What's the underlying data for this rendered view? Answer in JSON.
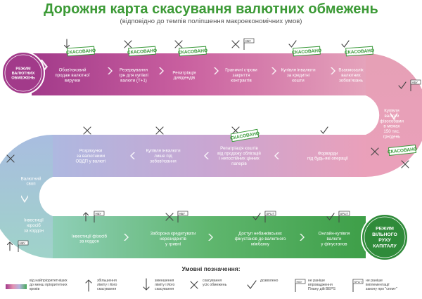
{
  "title": "Дорожня карта скасування валютних обмежень",
  "subtitle": "(відповідно до темпів поліпшення макроекономічних умов)",
  "start_label": [
    "РЕЖИМ",
    "ВАЛЮТНИХ",
    "ОБМЕЖЕНЬ"
  ],
  "end_label": [
    "РЕЖИМ",
    "ВІЛЬНОГО",
    "РУХУ",
    "КАПІТАЛУ"
  ],
  "stamp_text": "СКАСОВАНО",
  "nbu_tag": "НБУ",
  "split_tag": "SPLIT",
  "row1": [
    {
      "lines": [
        "Обов'язковий",
        "продаж валютної",
        "виручки"
      ],
      "mark": "down",
      "stamp": true
    },
    {
      "lines": [
        "Резервування",
        "грн для купівлі",
        "валюти (T+1)"
      ],
      "mark": "cross",
      "stamp": true
    },
    {
      "lines": [
        "Репатріація",
        "дивідендів"
      ],
      "mark": "cross",
      "stamp": true
    },
    {
      "lines": [
        "Граничні строки",
        "закриття",
        "контрактів"
      ],
      "mark": "cross-nbu",
      "stamp": false
    },
    {
      "lines": [
        "Купівля інвалюти",
        "за кредитні",
        "кошти"
      ],
      "mark": "check",
      "stamp": true
    },
    {
      "lines": [
        "Взаємозалік",
        "валютних",
        "зобов'язань"
      ],
      "mark": "check",
      "stamp": true
    }
  ],
  "right_curve": {
    "lines": [
      "Купівля",
      "валюти",
      "фізособами",
      "в межах",
      "150 тис.",
      "грн/день"
    ],
    "mark": "check-nbu",
    "stamp": true
  },
  "row2": [
    {
      "lines": [
        "Форварди",
        "під будь-які операції"
      ],
      "mark": "check",
      "stamp": false
    },
    {
      "lines": [
        "Репатріація коштів",
        "від продажу облігацій",
        "і непостійних цінних",
        "паперів"
      ],
      "mark": "cross",
      "stamp": true
    },
    {
      "lines": [
        "Купівля інвалюти",
        "лише під",
        "зобов'язання"
      ],
      "mark": "cross",
      "stamp": false
    },
    {
      "lines": [
        "Розрахунки",
        "за валютними",
        "ОВДП у валюті"
      ],
      "mark": "cross",
      "stamp": false
    }
  ],
  "left_curve": [
    {
      "lines": [
        "Валютний",
        "своп"
      ],
      "mark": "cross"
    },
    {
      "lines": [
        "Інвестиції",
        "юросіб",
        "за кордон"
      ],
      "mark": "up-nbu"
    }
  ],
  "row3": [
    {
      "lines": [
        "Інвестиції фізосіб",
        "за кордон"
      ],
      "mark": "up-nbu"
    },
    {
      "lines": [
        "Заборона кредитувати",
        "нерезидентів",
        "у гривні"
      ],
      "mark": "cross-nbu"
    },
    {
      "lines": [
        "Доступ небанківських",
        "фінустанов до валютного",
        "міжбанку"
      ],
      "mark": "check-split"
    },
    {
      "lines": [
        "Онлайн-купівля",
        "валюти",
        "у фінустанов"
      ],
      "mark": "check-split"
    }
  ],
  "legend_title": "Умовні позначення:",
  "legend": [
    {
      "icon": "gradient",
      "text": [
        "від найпріоритетніших",
        "до менш пріоритетних",
        "кроків"
      ]
    },
    {
      "icon": "arrow-up",
      "text": [
        "збільшення",
        "ліміту і його",
        "скасування"
      ]
    },
    {
      "icon": "arrow-down",
      "text": [
        "зменшення",
        "ліміту і його",
        "скасування"
      ]
    },
    {
      "icon": "cross",
      "text": [
        "скасування",
        "усіх обмежень"
      ]
    },
    {
      "icon": "check",
      "text": [
        "дозволено"
      ]
    },
    {
      "icon": "nbu",
      "text": [
        "не раніше",
        "впровадження",
        "Плану дій ВЕРS"
      ]
    },
    {
      "icon": "split",
      "text": [
        "не раніше",
        "імплементації",
        "закону про \"сплит\""
      ]
    }
  ],
  "colors": {
    "title_green": "#3c9a36",
    "stamp_green": "#3a9a3a",
    "road_start": "#a23a8a",
    "road_pink": "#e392b2",
    "road_lavender": "#b6b4df",
    "road_teal": "#9ad0cc",
    "road_green": "#48a95a",
    "end_circle": "#2f8b3a"
  }
}
